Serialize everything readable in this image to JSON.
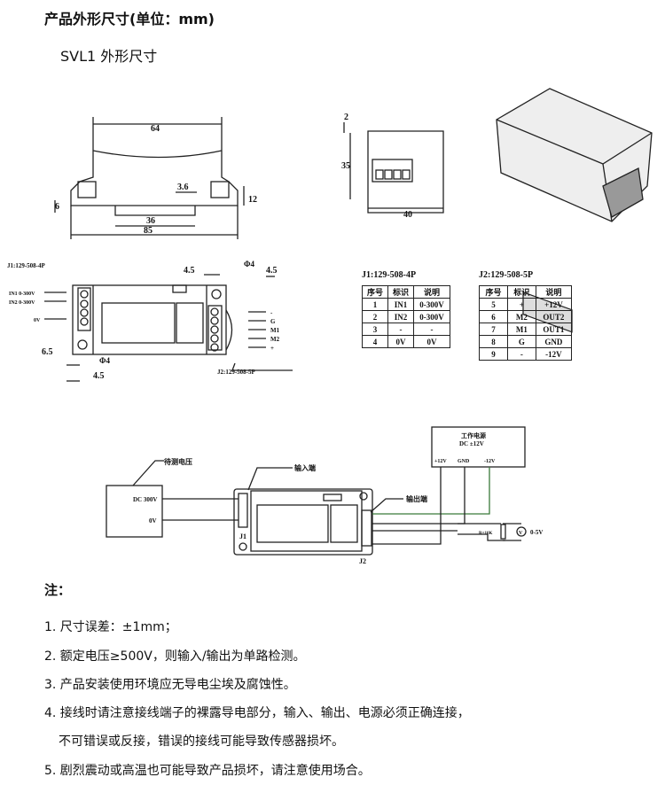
{
  "title": "产品外形尺寸(单位：mm)",
  "subtitle": "SVL1 外形尺寸",
  "front_view": {
    "dim_width_top": "64",
    "dim_width_bottom": "85",
    "dim_inner": "36",
    "dim_left_h": "6",
    "dim_right_h": "12",
    "dim_step": "3.6"
  },
  "side_view": {
    "dim_top": "2",
    "dim_height": "35",
    "dim_depth": "40"
  },
  "bottom_view": {
    "j1_label": "J1:129-508-4P",
    "j2_label": "J2:129-508-5P",
    "dim_a": "4.5",
    "dim_b": "4.5",
    "dim_c": "6.5",
    "dim_d": "4.5",
    "hole_1": "Φ4",
    "hole_2": "Φ4",
    "left_pins": [
      "IN1 0-300V",
      "IN2 0-300V",
      "",
      "0V"
    ],
    "right_pins": [
      "-",
      "G",
      "M1",
      "M2",
      "+"
    ]
  },
  "table_j1": {
    "caption": "J1:129-508-4P",
    "headers": [
      "序号",
      "标识",
      "说明"
    ],
    "rows": [
      [
        "1",
        "IN1",
        "0-300V"
      ],
      [
        "2",
        "IN2",
        "0-300V"
      ],
      [
        "3",
        "-",
        "-"
      ],
      [
        "4",
        "0V",
        "0V"
      ]
    ]
  },
  "table_j2": {
    "caption": "J2:129-508-5P",
    "headers": [
      "序号",
      "标识",
      "说明"
    ],
    "rows": [
      [
        "5",
        "+",
        "+12V"
      ],
      [
        "6",
        "M2",
        "OUT2"
      ],
      [
        "7",
        "M1",
        "OUT1"
      ],
      [
        "8",
        "G",
        "GND"
      ],
      [
        "9",
        "-",
        "-12V"
      ]
    ]
  },
  "wiring": {
    "measured_voltage": "待测电压",
    "dc_300v": "DC 300V",
    "zero_v": "0V",
    "input_end": "输入端",
    "output_end": "输出端",
    "power_title": "工作电源",
    "power_spec": "DC ±12V",
    "plus12": "+12V",
    "gnd": "GND",
    "minus12": "-12V",
    "resistor": "R=10K",
    "voltmeter": "V",
    "range": "0-5V",
    "j1": "J1",
    "j2": "J2"
  },
  "notes": {
    "heading": "注：",
    "items": [
      "1. 尺寸误差：±1mm；",
      "2. 额定电压≥500V，则输入/输出为单路检测。",
      "3. 产品安装使用环境应无导电尘埃及腐蚀性。",
      "4. 接线时请注意接线端子的裸露导电部分，输入、输出、电源必须正确连接，",
      "不可错误或反接，错误的接线可能导致传感器损坏。",
      "5. 剧烈震动或高温也可能导致产品损坏，请注意使用场合。"
    ]
  }
}
